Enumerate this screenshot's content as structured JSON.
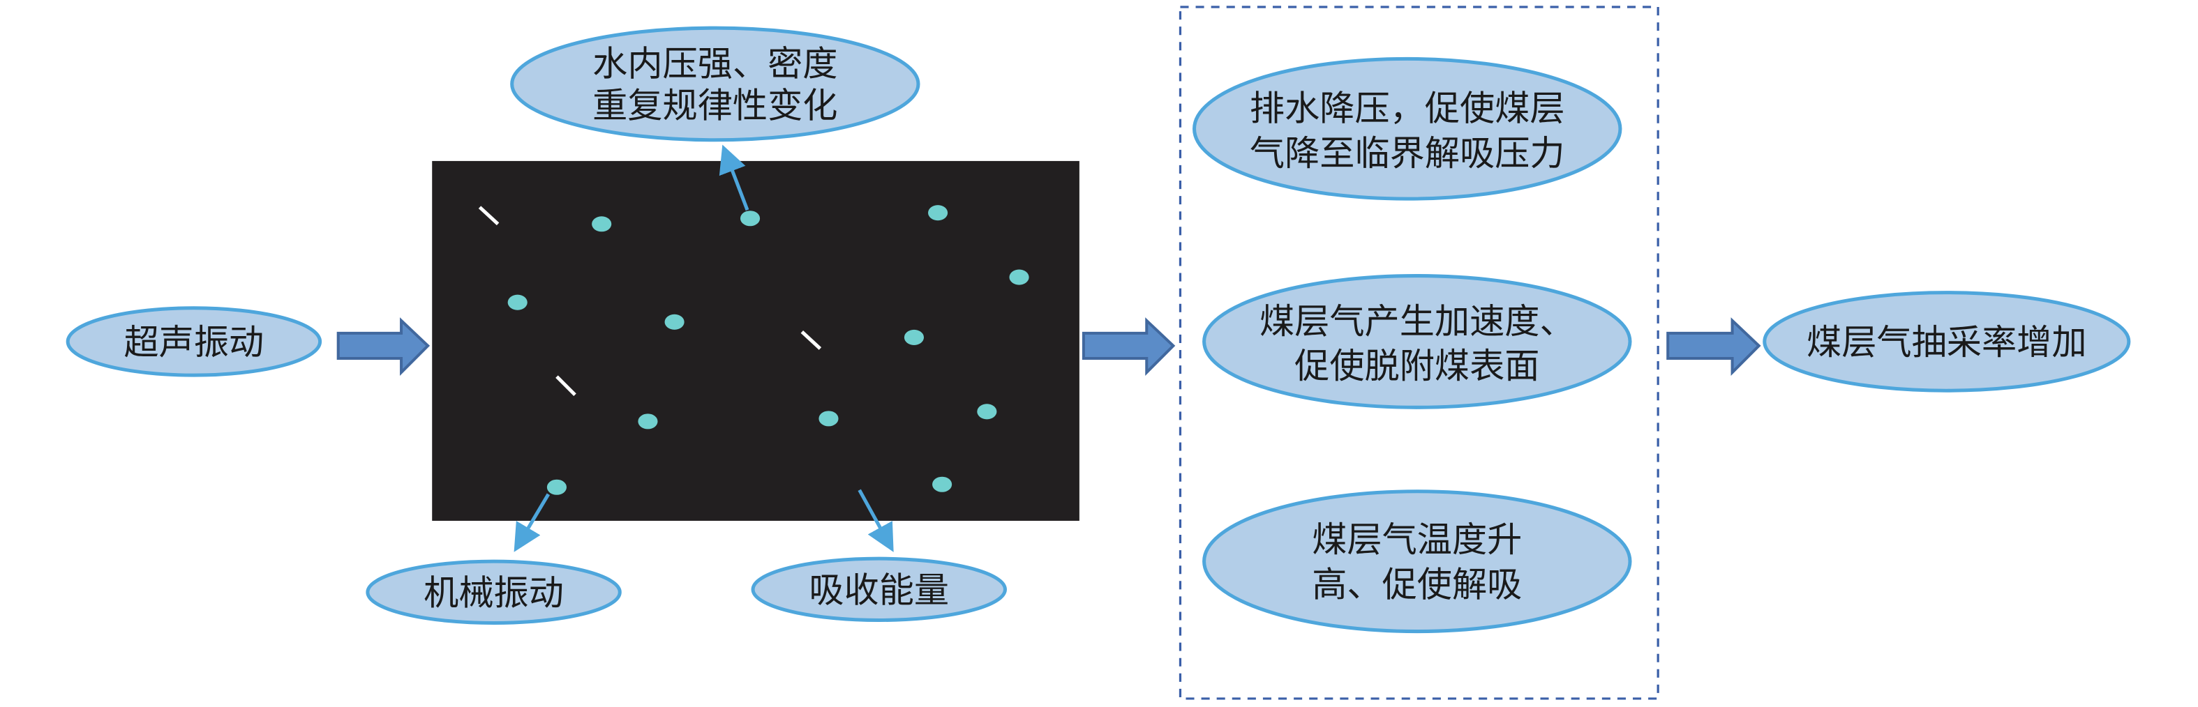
{
  "input": {
    "label": "超声振动"
  },
  "top_effect": {
    "lines": [
      "水内压强、密度",
      "重复规律性变化"
    ]
  },
  "bottom_effects": [
    {
      "label": "机械振动"
    },
    {
      "label": "吸收能量"
    }
  ],
  "mechanisms": [
    {
      "lines": [
        "排水降压，促使煤层",
        "气降至临界解吸压力"
      ]
    },
    {
      "lines": [
        "煤层气产生加速度、",
        "促使脱附煤表面"
      ]
    },
    {
      "lines": [
        "煤层气温度升",
        "高、促使解吸"
      ]
    }
  ],
  "result": {
    "label": "煤层气抽采率增加"
  },
  "colors": {
    "ellipse_fill": "#b3cee8",
    "ellipse_stroke": "#4ea6dc",
    "block_arrow": "#5b8cc8",
    "medium": "#221f20",
    "particle": "#72d0cf"
  }
}
